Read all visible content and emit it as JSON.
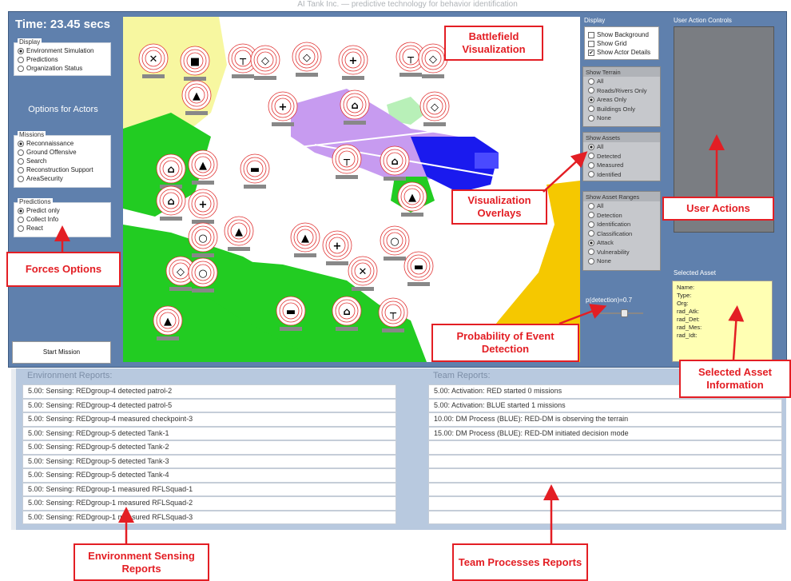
{
  "caption": "AI Tank Inc. — predictive technology for behavior identification",
  "time_label": "Time: 23.45 secs",
  "display_group": {
    "title": "Display",
    "options": [
      "Environment Simulation",
      "Predictions",
      "Organization Status"
    ],
    "selected_index": 0
  },
  "options_title": "Options for Actors",
  "missions_group": {
    "title": "Missions",
    "options": [
      "Reconnaissance",
      "Ground Offensive",
      "Search",
      "Reconstruction Support",
      "AreaSecurity"
    ],
    "selected_index": 0
  },
  "predictions_group": {
    "title": "Predictions",
    "options": [
      "Predict only",
      "Collect Info",
      "React"
    ],
    "selected_index": 0
  },
  "start_button": "Start Mission",
  "right_panel": {
    "display_title": "Display",
    "display_checks": [
      {
        "label": "Show Background",
        "checked": false
      },
      {
        "label": "Show Grid",
        "checked": false
      },
      {
        "label": "Show Actor Details",
        "checked": true
      }
    ],
    "terrain": {
      "title": "Show Terrain",
      "options": [
        "All",
        "Roads/Rivers Only",
        "Areas Only",
        "Buildings Only",
        "None"
      ],
      "selected_index": 2
    },
    "assets": {
      "title": "Show Assets",
      "options": [
        "All",
        "Detected",
        "Measured",
        "Identified"
      ],
      "selected_index": 0
    },
    "ranges": {
      "title": "Show Asset Ranges",
      "options": [
        "All",
        "Detection",
        "Identification",
        "Classification",
        "Attack",
        "Vulnerability",
        "None"
      ],
      "selected_index": 4
    },
    "pdetect_label": "p(detection)=0.7",
    "pdetect_value": 0.7
  },
  "user_actions_title": "User Action Controls",
  "selected_asset": {
    "title": "Selected Asset",
    "fields": [
      "Name:",
      "Type:",
      "Org:",
      "rad_Atk:",
      "rad_Det:",
      "rad_Mes:",
      "rad_Idt:"
    ]
  },
  "environment_reports": {
    "title": "Environment Reports:",
    "lines": [
      "5.00: Sensing: REDgroup-4 detected patrol-2",
      "5.00: Sensing: REDgroup-4 detected patrol-5",
      "5.00: Sensing: REDgroup-4 measured checkpoint-3",
      "5.00: Sensing: REDgroup-5 detected Tank-1",
      "5.00: Sensing: REDgroup-5 detected Tank-2",
      "5.00: Sensing: REDgroup-5 detected Tank-3",
      "5.00: Sensing: REDgroup-5 detected Tank-4",
      "5.00: Sensing: REDgroup-1 measured RFLSquad-1",
      "5.00: Sensing: REDgroup-1 measured RFLSquad-2",
      "5.00: Sensing: REDgroup-1 measured RFLSquad-3"
    ]
  },
  "team_reports": {
    "title": "Team Reports:",
    "lines": [
      "5.00: Activation: RED started 0 missions",
      "5.00: Activation: BLUE started 1 missions",
      "10.00: DM Process (BLUE): RED-DM is observing the terrain",
      "15.00: DM Process (BLUE): RED-DM initiated decision mode",
      "",
      "",
      "",
      "",
      "",
      ""
    ]
  },
  "callouts": {
    "battlefield": "Battlefield Visualization",
    "overlays": "Visualization Overlays",
    "user_actions": "User Actions",
    "forces": "Forces Options",
    "probability": "Probability of Event Detection",
    "selected_info": "Selected Asset Information",
    "env_sensing": "Environment Sensing Reports",
    "team_processes": "Team Processes Reports"
  },
  "colors": {
    "app_bg": "#5f80ad",
    "callout": "#e31e24",
    "terrain_green": "#22cc22",
    "terrain_yellow": "#f5c800",
    "terrain_purple": "#c79bf0",
    "terrain_blue": "#1a1aee",
    "light_yellow": "#f7f7a0",
    "range_red": "#e03030"
  }
}
